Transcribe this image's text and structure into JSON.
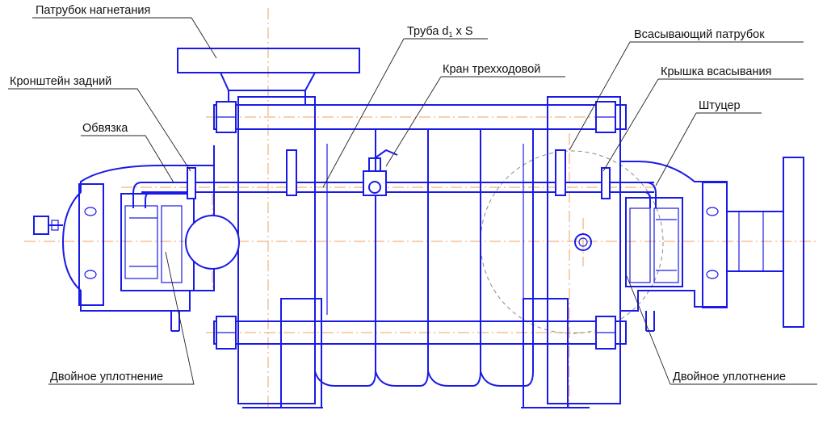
{
  "labels": {
    "discharge_branch": "Патрубок нагнетания",
    "rear_bracket": "Кронштейн задний",
    "piping": "Обвязка",
    "double_seal_left": "Двойное уплотнение",
    "pipe": "Труба d",
    "pipe_sub": "1",
    "pipe_tail": " x S",
    "three_way_valve": "Кран трехходовой",
    "suction_branch": "Всасывающий патрубок",
    "suction_cover": "Крышка всасывания",
    "fitting": "Штуцер",
    "double_seal_right": "Двойное уплотнение"
  },
  "colors": {
    "outline": "#1a1ae6",
    "center_line": "#f0a060",
    "leader": "#222222",
    "text": "#111111"
  }
}
